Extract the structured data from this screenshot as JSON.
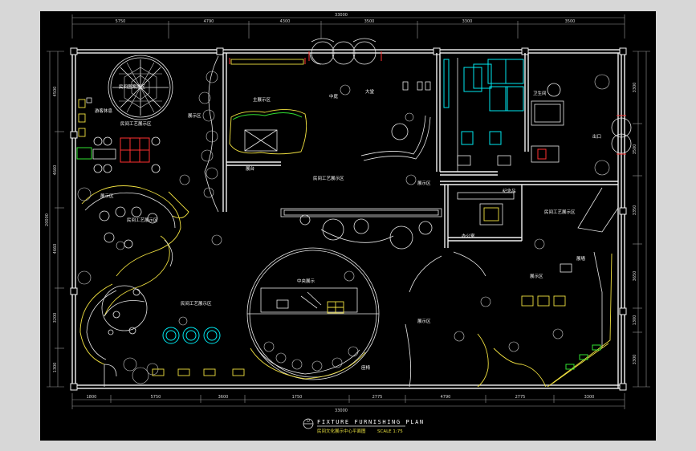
{
  "drawing": {
    "title": "FIXTURE FURNISHING PLAN",
    "subtitle": "民间文化展示中心平面图",
    "scale": "SCALE 1:75",
    "marker": "D"
  },
  "dimensions": {
    "top_total": "33000",
    "top_segments": [
      "5750",
      "4790",
      "4300",
      "3500",
      "3300",
      "3500"
    ],
    "bottom_total": "33000",
    "bottom_segments": [
      "1800",
      "5750",
      "3600",
      "1750",
      "2775",
      "4790",
      "2775",
      "3300"
    ],
    "left": [
      "4500",
      "4660",
      "20000",
      "4660",
      "3200",
      "1300"
    ],
    "right": [
      "3300",
      "3500",
      "3350",
      "3650",
      "1300",
      "3300"
    ]
  },
  "rooms": [
    {
      "id": "pattern-display",
      "text": "民间图案展区"
    },
    {
      "id": "visitor-rest",
      "text": "游客休息"
    },
    {
      "id": "craft-area-1",
      "text": "民间工艺展示区"
    },
    {
      "id": "exhibit-1",
      "text": "展示区"
    },
    {
      "id": "main-exhibit",
      "text": "主展示区"
    },
    {
      "id": "lobby",
      "text": "中庭"
    },
    {
      "id": "hall",
      "text": "大堂"
    },
    {
      "id": "exhibit-stand",
      "text": "展台"
    },
    {
      "id": "craft-area-2",
      "text": "民间工艺展示区"
    },
    {
      "id": "exhibit-2",
      "text": "展示区"
    },
    {
      "id": "exhibit-3",
      "text": "展示区"
    },
    {
      "id": "craft-area-3",
      "text": "民间工艺展示区"
    },
    {
      "id": "wc",
      "text": "卫生间"
    },
    {
      "id": "entrance",
      "text": "出口"
    },
    {
      "id": "shop",
      "text": "纪念品"
    },
    {
      "id": "office",
      "text": "办公室"
    },
    {
      "id": "craft-area-4",
      "text": "民间工艺展示区"
    },
    {
      "id": "craft-area-5",
      "text": "民间工艺展示区"
    },
    {
      "id": "exhibit-4",
      "text": "展示区"
    },
    {
      "id": "exhibit-5",
      "text": "展示区"
    },
    {
      "id": "central-exhibit",
      "text": "中央展示"
    },
    {
      "id": "bench",
      "text": "座椅"
    },
    {
      "id": "display-wall",
      "text": "展墙"
    }
  ]
}
